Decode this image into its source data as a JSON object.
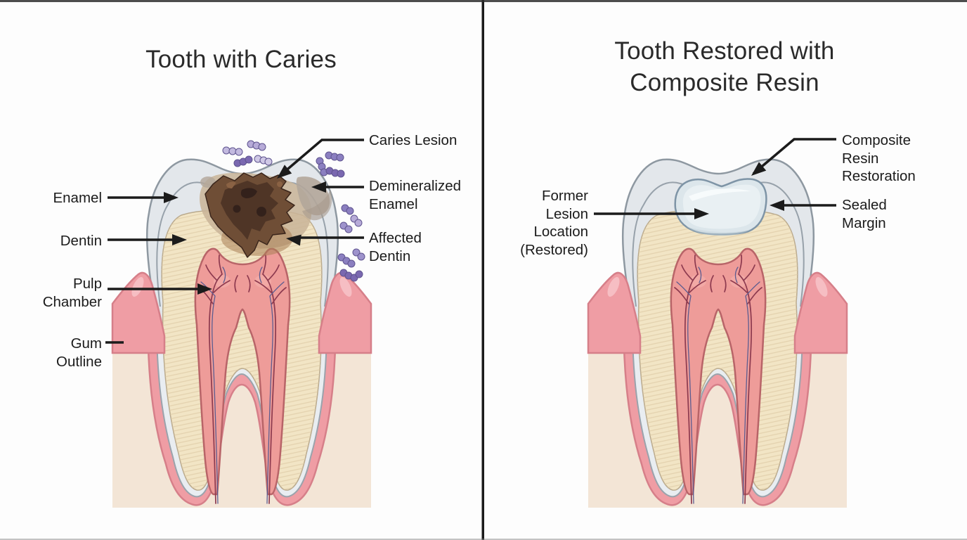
{
  "left_panel": {
    "title": "Tooth with Caries",
    "labels": {
      "caries_lesion": "Caries Lesion",
      "demineralized_enamel": "Demineralized\nEnamel",
      "affected_dentin": "Affected\nDentin",
      "enamel": "Enamel",
      "dentin": "Dentin",
      "pulp_chamber": "Pulp\nChamber",
      "gum_outline": "Gum\nOutline"
    }
  },
  "right_panel": {
    "title": "Tooth Restored with\nComposite Resin",
    "labels": {
      "composite_resin_restoration": "Composite\nResin\nRestoration",
      "sealed_margin": "Sealed\nMargin",
      "former_lesion_location": "Former\nLesion\nLocation\n(Restored)"
    }
  },
  "colors": {
    "background": "#fdfdfd",
    "title_text": "#2a2a2a",
    "label_text": "#1b1b1b",
    "arrow": "#1b1b1b",
    "divider": "#1a1a1a",
    "enamel": "#e3e7eb",
    "enamel_outline": "#8e98a1",
    "dentin": "#f2e5c5",
    "dentin_hatch": "#dcc9a4",
    "dentin_outline": "#b9a98c",
    "pulp": "#ee9c99",
    "pulp_outline": "#b86468",
    "vessel_red": "#8d3a4f",
    "vessel_blue": "#5c5c90",
    "gum": "#ef9da4",
    "gum_outline": "#d67f89",
    "gum_highlight": "#f6bec3",
    "bone": "#f3e5d6",
    "cementum": "#e9edf1",
    "caries_core": "#33211b",
    "caries_dark": "#4f3526",
    "caries_mid": "#6f4e36",
    "caries_halo": "#c9b498",
    "affected_dentin_shade": "#a97f55",
    "demineralized_enamel_shade": "#b2a69a",
    "bacteria_dark": "#7a68b0",
    "bacteria_mid": "#8b7fc0",
    "bacteria_light": "#bcb3de",
    "resin": "#dce6eb",
    "resin_light": "#e9f0f3",
    "resin_highlight": "#f8fbfc",
    "resin_outline": "#7e94a6"
  }
}
